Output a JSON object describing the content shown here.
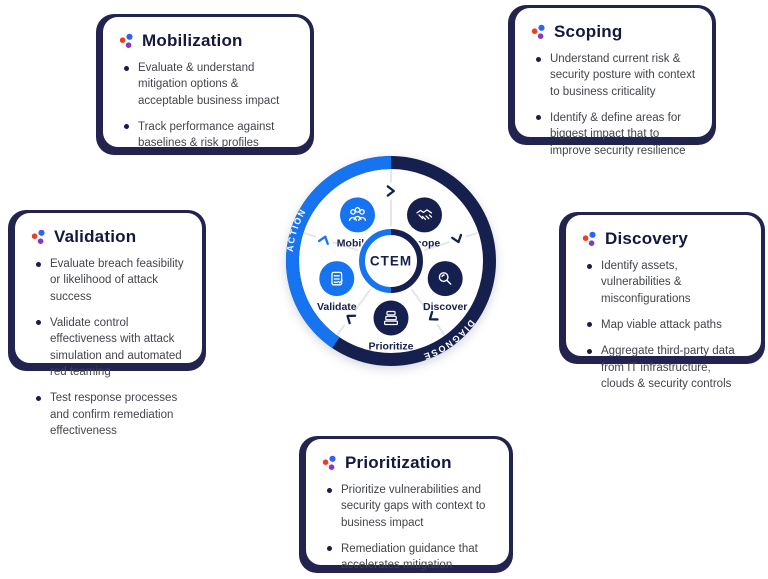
{
  "colors": {
    "accent_blue": "#1774f0",
    "navy": "#15204e",
    "card_shadow_navy": "#23234f",
    "title_navy": "#15173f",
    "body_text": "#42454b",
    "logo_red": "#ee3d23",
    "logo_purple": "#8338c8",
    "logo_blue": "#2e63f6",
    "spoke_gray": "#e4e6ec"
  },
  "cards": [
    {
      "title": "Mobilization",
      "bullets": [
        "Evaluate & understand mitigation options & acceptable business impact",
        "Track performance against baselines & risk profiles"
      ]
    },
    {
      "title": "Scoping",
      "bullets": [
        "Understand current risk & security posture with context to business criticality",
        "Identify & define areas for biggest impact that to improve security resilience"
      ]
    },
    {
      "title": "Validation",
      "bullets": [
        "Evaluate breach feasibility or likelihood of attack success",
        "Validate control effectiveness with attack simulation and automated red teaming",
        "Test response processes and confirm remediation effectiveness"
      ]
    },
    {
      "title": "Discovery",
      "bullets": [
        "Identify assets, vulnerabilities & misconfigurations",
        "Map viable attack paths",
        "Aggregate third-party data from IT infrastructure, clouds & security controls"
      ]
    },
    {
      "title": "Prioritization",
      "bullets": [
        "Prioritize vulnerabilities and security gaps with context to business impact",
        "Remediation guidance that accelerates mitigation"
      ]
    }
  ],
  "wheel": {
    "center_label": "CTEM",
    "arc_action": "ACTION",
    "arc_diagnose": "DIAGNOSE",
    "nodes": [
      {
        "label": "Mobilize"
      },
      {
        "label": "Scope"
      },
      {
        "label": "Discover"
      },
      {
        "label": "Prioritize"
      },
      {
        "label": "Validate"
      }
    ]
  }
}
